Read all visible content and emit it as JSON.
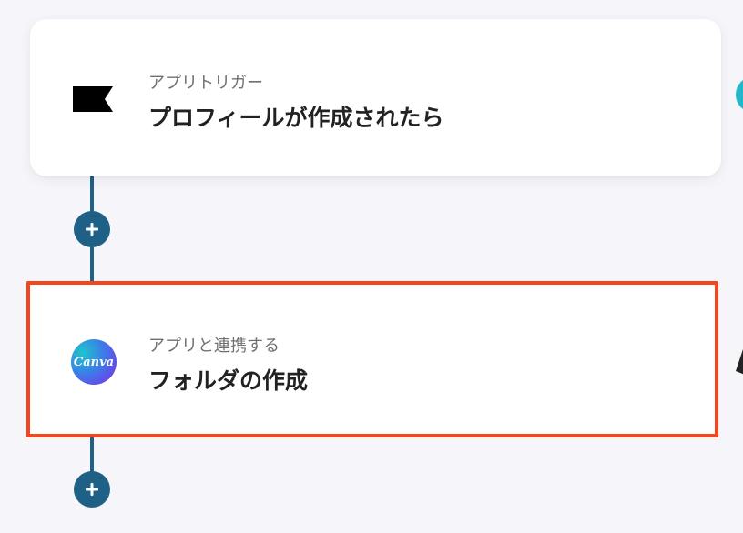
{
  "flow": {
    "trigger": {
      "label": "アプリトリガー",
      "title": "プロフィールが作成されたら",
      "icon": "flag-icon",
      "icon_color": "#000000"
    },
    "action": {
      "label": "アプリと連携する",
      "title": "フォルダの作成",
      "icon": "canva-logo",
      "logo_text": "Canva",
      "highlight_color": "#f4451d"
    },
    "connector_color": "#1f6186",
    "add_step_icon": "plus-icon"
  }
}
